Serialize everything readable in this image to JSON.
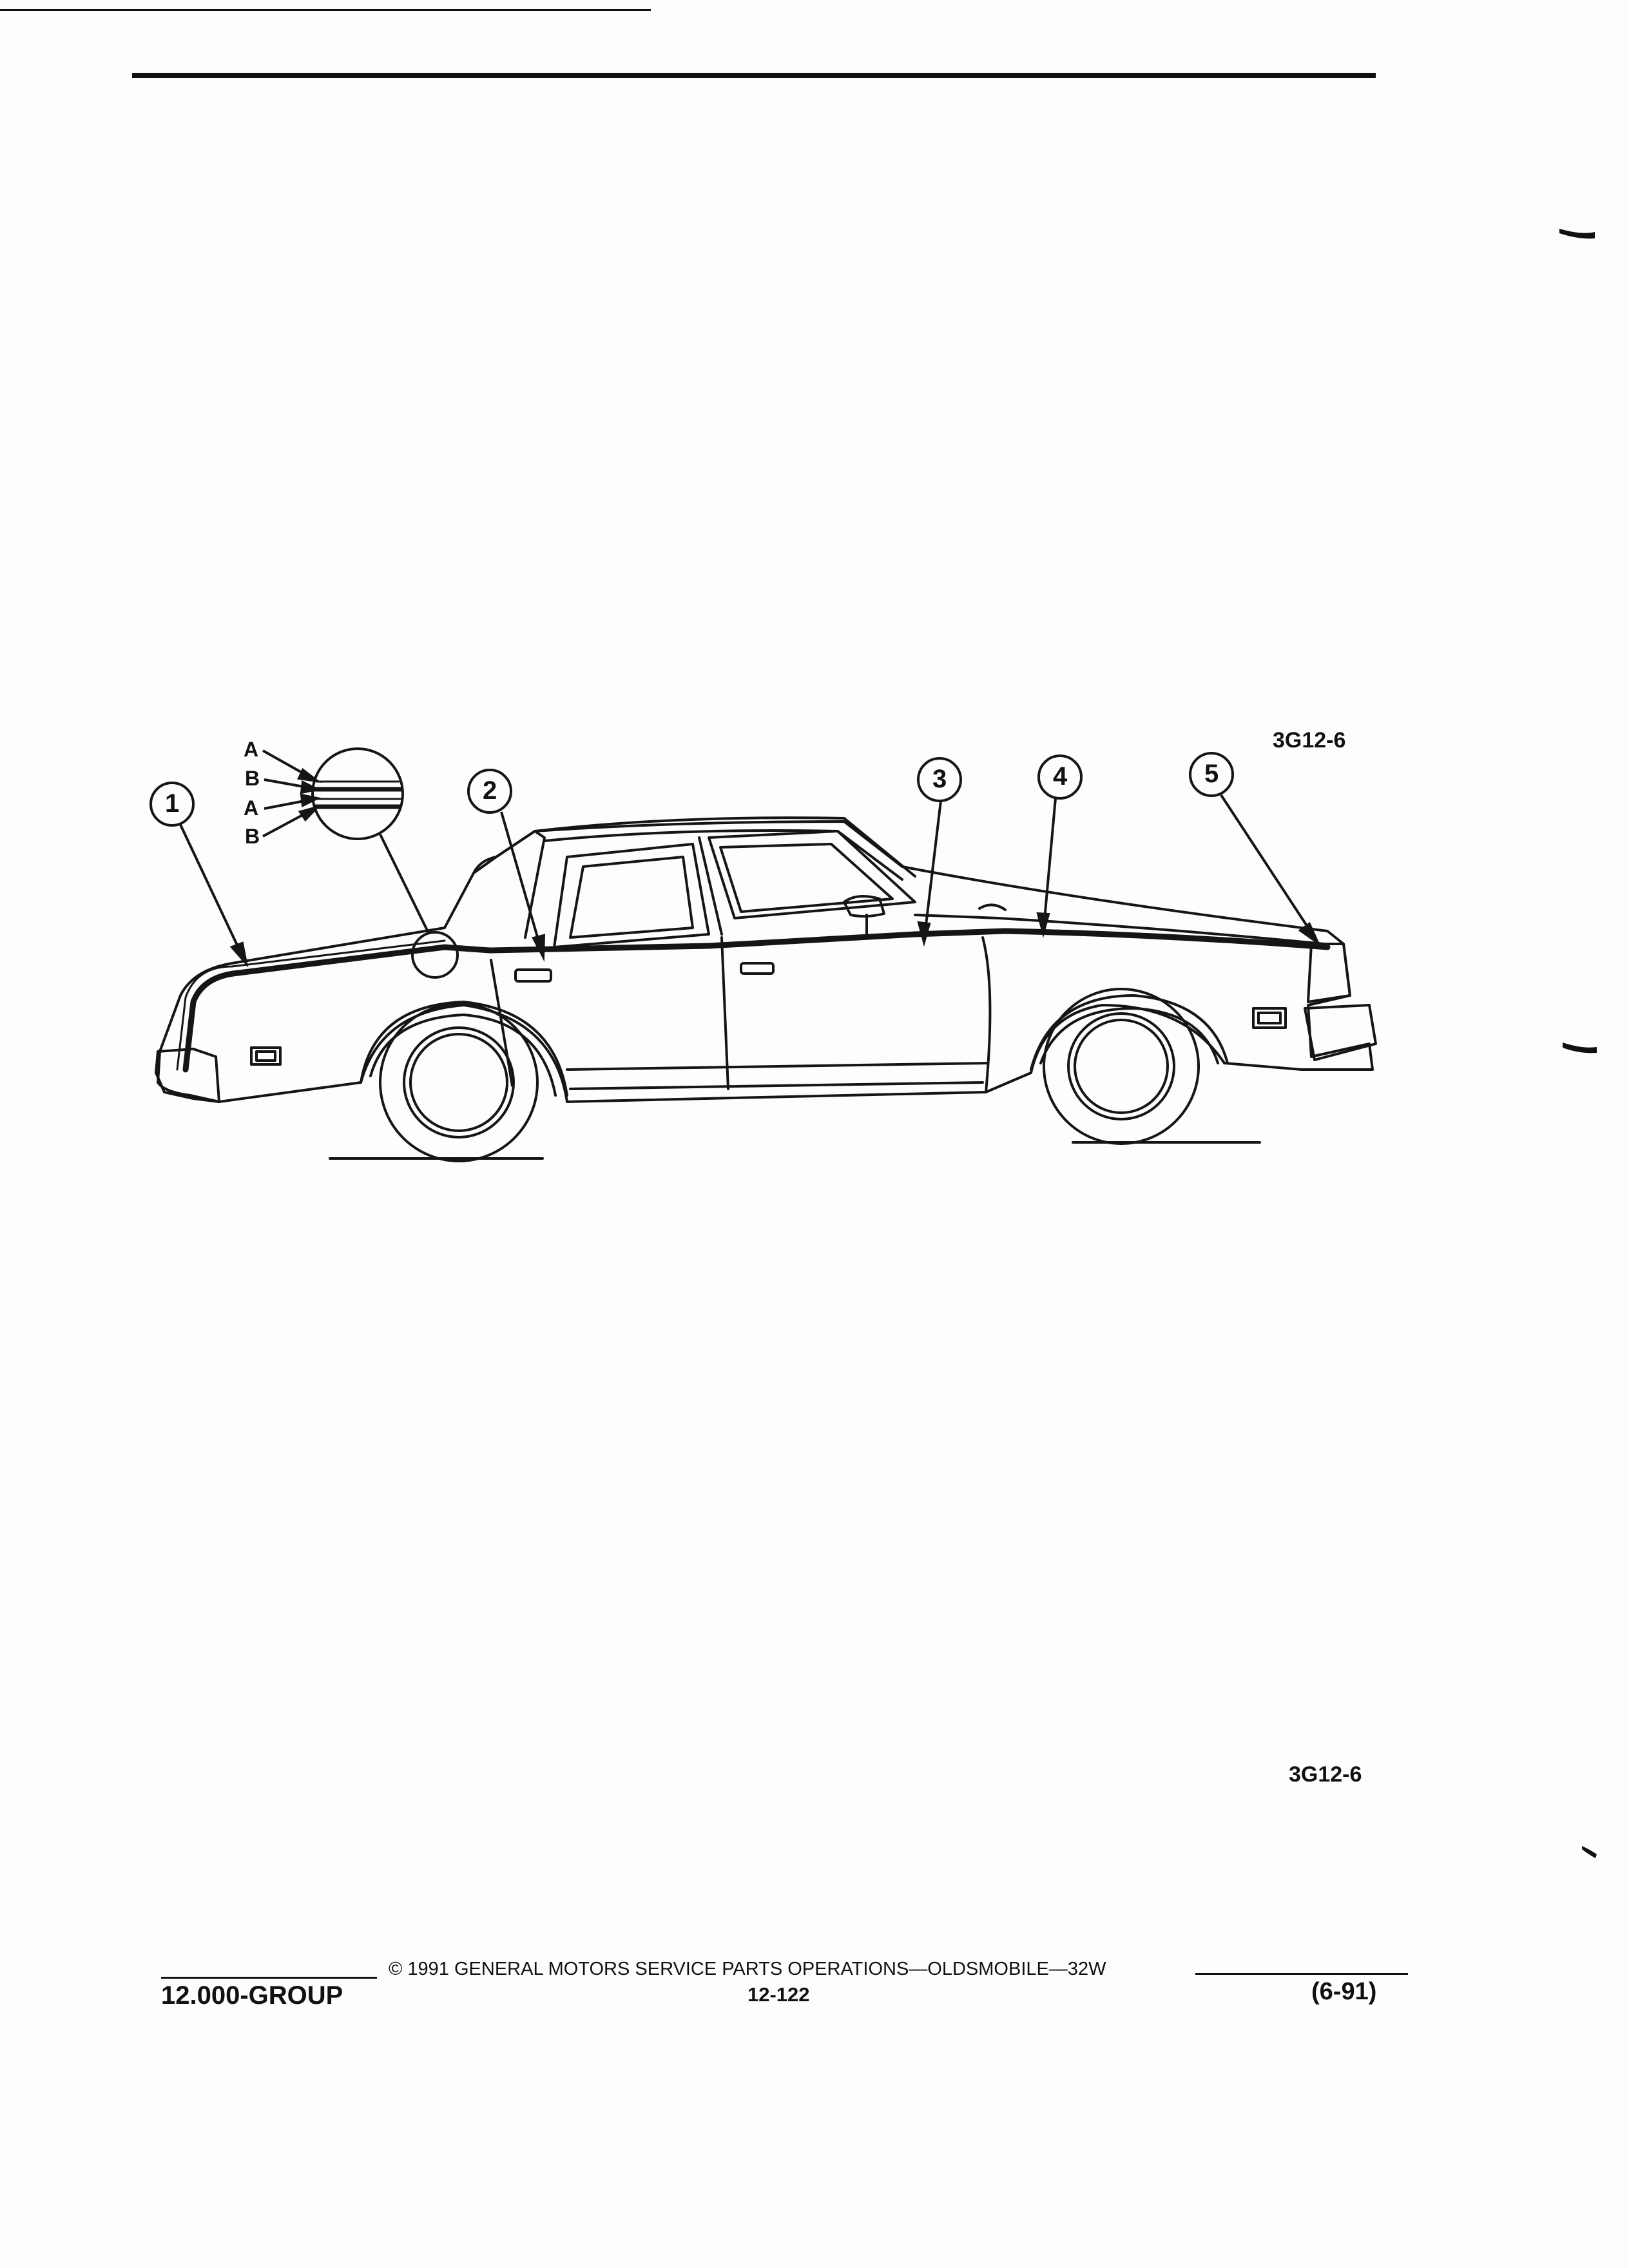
{
  "figure": {
    "code_top": "3G12-6",
    "code_bottom": "3G12-6",
    "callouts": [
      "1",
      "2",
      "3",
      "4",
      "5"
    ],
    "stripe_legend": [
      "A",
      "B",
      "A",
      "B"
    ]
  },
  "footer": {
    "group": "12.000-GROUP",
    "copyright": "© 1991 GENERAL MOTORS SERVICE PARTS OPERATIONS—OLDSMOBILE—32W",
    "page_number": "12-122",
    "revision": "(6-91)"
  }
}
